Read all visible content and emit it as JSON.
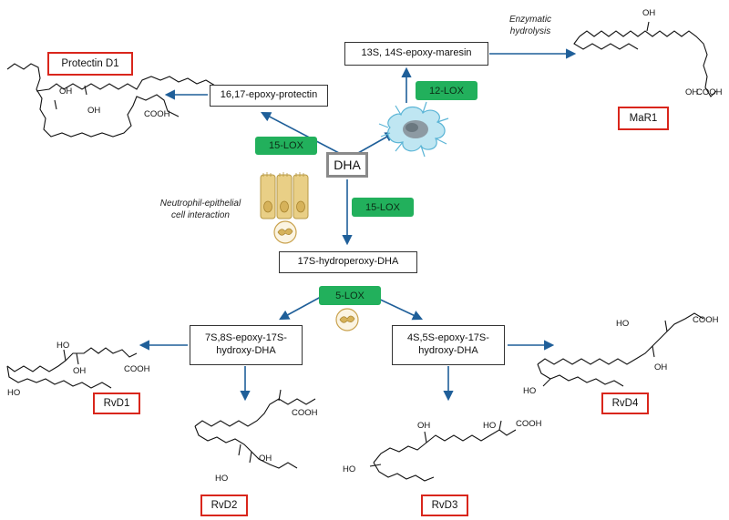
{
  "center": {
    "label": "DHA"
  },
  "intermediates": {
    "epoxy_protectin": "16,17-epoxy-protectin",
    "epoxy_maresin": "13S, 14S-epoxy-maresin",
    "hydroperoxy": "17S-hydroperoxy-DHA",
    "epoxy_7s8s_line1": "7S,8S-epoxy-17S-",
    "epoxy_7s8s_line2": "hydroxy-DHA",
    "epoxy_4s5s_line1": "4S,5S-epoxy-17S-",
    "epoxy_4s5s_line2": "hydroxy-DHA"
  },
  "enzymes": {
    "lox15_left": "15-LOX",
    "lox15_bottom": "15-LOX",
    "lox12": "12-LOX",
    "lox5": "5-LOX"
  },
  "products": {
    "protectin_d1": "Protectin D1",
    "mar1": "MaR1",
    "rvd1": "RvD1",
    "rvd2": "RvD2",
    "rvd3": "RvD3",
    "rvd4": "RvD4"
  },
  "notes": {
    "enzymatic_line1": "Enzymatic",
    "enzymatic_line2": "hydrolysis",
    "neutrophil_line1": "Neutrophil-epithelial",
    "neutrophil_line2": "cell interaction"
  },
  "chem_labels": {
    "oh": "OH",
    "ho": "HO",
    "cooh": "COOH"
  },
  "colors": {
    "arrow": "#1f5f99",
    "enzyme_fill": "#22b05c",
    "product_border": "#d9261c",
    "dha_border": "#8a8a8a",
    "cell_fill": "#e9cf86"
  },
  "icons": [
    "macrophage-icon",
    "epithelial-cells-icon",
    "neutrophil-icon"
  ]
}
